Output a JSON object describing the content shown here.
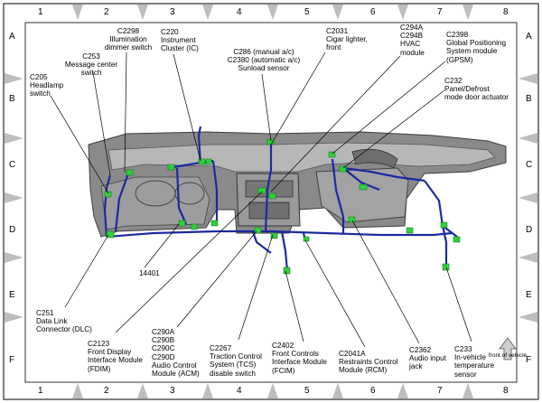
{
  "grid": {
    "columns": [
      "1",
      "2",
      "3",
      "4",
      "5",
      "6",
      "7",
      "8"
    ],
    "rows": [
      "A",
      "B",
      "C",
      "D",
      "E",
      "F"
    ]
  },
  "callouts": {
    "c2298": "C2298\nIllumination\ndimmer switch",
    "c220": "C220\nInstrument\nCluster (IC)",
    "c2031": "C2031\nCigar lighter,\nfront",
    "c294": "C294A\nC294B\nHVAC\nmodule",
    "c2398": "C2398\nGlobal Positioning\nSystem module\n(GPSM)",
    "c253": "C253\nMessage center\nswitch",
    "c286": "C286 (manual a/c)\nC2380 (automatic a/c)\nSunload sensor",
    "c205": "C205\nHeadlamp\nswitch",
    "c232": "C232\nPanel/Defrost\nmode door actuator",
    "n14401": "14401",
    "c251": "C251\nData Link\nConnector (DLC)",
    "c290": "C290A\nC290B\nC290C\nC290D\nAudio Control\nModule (ACM)",
    "c2123": "C2123\nFront Display\nInterface Module\n(FDIM)",
    "c2267": "C2267\nTraction Control\nSystem (TCS)\ndisable switch",
    "c2402": "C2402\nFront Controls\nInterface Module\n(FCIM)",
    "c2041a": "C2041A\nRestraints Control\nModule (RCM)",
    "c2362": "C2362\nAudio input\njack",
    "c233": "C233\nIn-vehicle\ntemperature\nsensor"
  },
  "front_of_vehicle": "front of vehicle",
  "colors": {
    "harness": "#1c2aa0",
    "connector": "#2fd13a",
    "dash_fill": "#8a8a8a",
    "dash_dark": "#3c3c3c",
    "frame_mark": "#bdbdbd"
  }
}
